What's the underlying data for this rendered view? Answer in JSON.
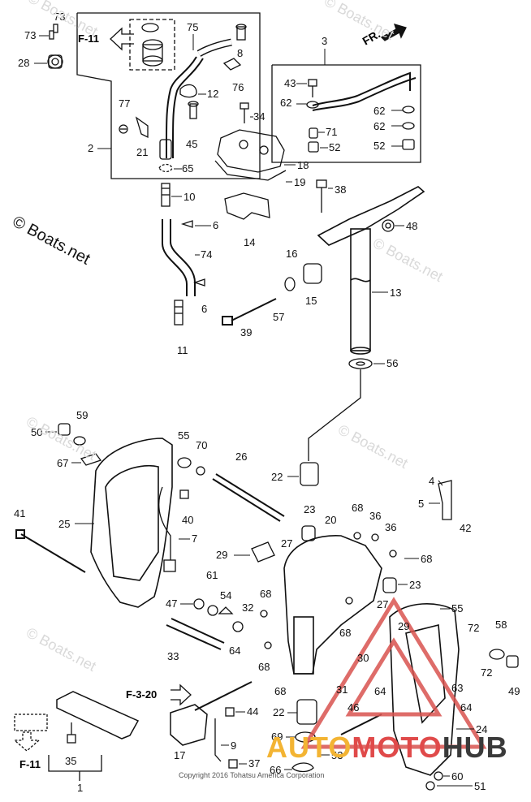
{
  "watermark": "© Boats.net",
  "copyright": "Copyright 2016 Tohatsu America Corporation",
  "brand": {
    "part1": "AUTO",
    "part2": "MOTO",
    "part3": "HUB"
  },
  "direction_label": "FR.",
  "refs": {
    "f11_top": "F-11",
    "f320": "F-3-20",
    "f11_bottom": "F-11"
  },
  "callouts": [
    {
      "id": "c73a",
      "text": "73"
    },
    {
      "id": "c73b",
      "text": "73"
    },
    {
      "id": "c28",
      "text": "28"
    },
    {
      "id": "c75",
      "text": "75"
    },
    {
      "id": "c8",
      "text": "8"
    },
    {
      "id": "c76",
      "text": "76"
    },
    {
      "id": "c12",
      "text": "12"
    },
    {
      "id": "c77",
      "text": "77"
    },
    {
      "id": "c21",
      "text": "21"
    },
    {
      "id": "c45",
      "text": "45"
    },
    {
      "id": "c2",
      "text": "2"
    },
    {
      "id": "c65",
      "text": "65"
    },
    {
      "id": "c3",
      "text": "3"
    },
    {
      "id": "c43",
      "text": "43"
    },
    {
      "id": "c62a",
      "text": "62"
    },
    {
      "id": "c62b",
      "text": "62"
    },
    {
      "id": "c62c",
      "text": "62"
    },
    {
      "id": "c71",
      "text": "71"
    },
    {
      "id": "c52a",
      "text": "52"
    },
    {
      "id": "c52b",
      "text": "52"
    },
    {
      "id": "c34",
      "text": "34"
    },
    {
      "id": "c18",
      "text": "18"
    },
    {
      "id": "c19",
      "text": "19"
    },
    {
      "id": "c38",
      "text": "38"
    },
    {
      "id": "c10",
      "text": "10"
    },
    {
      "id": "c6a",
      "text": "6"
    },
    {
      "id": "c14",
      "text": "14"
    },
    {
      "id": "c48",
      "text": "48"
    },
    {
      "id": "c74",
      "text": "74"
    },
    {
      "id": "c16",
      "text": "16"
    },
    {
      "id": "c15",
      "text": "15"
    },
    {
      "id": "c13",
      "text": "13"
    },
    {
      "id": "c6b",
      "text": "6"
    },
    {
      "id": "c57",
      "text": "57"
    },
    {
      "id": "c39",
      "text": "39"
    },
    {
      "id": "c11",
      "text": "11"
    },
    {
      "id": "c56",
      "text": "56"
    },
    {
      "id": "c59",
      "text": "59"
    },
    {
      "id": "c50",
      "text": "50"
    },
    {
      "id": "c67",
      "text": "67"
    },
    {
      "id": "c55a",
      "text": "55"
    },
    {
      "id": "c70",
      "text": "70"
    },
    {
      "id": "c26",
      "text": "26"
    },
    {
      "id": "c22a",
      "text": "22"
    },
    {
      "id": "c41",
      "text": "41"
    },
    {
      "id": "c25",
      "text": "25"
    },
    {
      "id": "c40",
      "text": "40"
    },
    {
      "id": "c7",
      "text": "7"
    },
    {
      "id": "c4",
      "text": "4"
    },
    {
      "id": "c5",
      "text": "5"
    },
    {
      "id": "c42",
      "text": "42"
    },
    {
      "id": "c23a",
      "text": "23"
    },
    {
      "id": "c20",
      "text": "20"
    },
    {
      "id": "c68a",
      "text": "68"
    },
    {
      "id": "c36a",
      "text": "36"
    },
    {
      "id": "c36b",
      "text": "36"
    },
    {
      "id": "c27a",
      "text": "27"
    },
    {
      "id": "c29a",
      "text": "29"
    },
    {
      "id": "c68b",
      "text": "68"
    },
    {
      "id": "c23b",
      "text": "23"
    },
    {
      "id": "c61",
      "text": "61"
    },
    {
      "id": "c54",
      "text": "54"
    },
    {
      "id": "c68c",
      "text": "68"
    },
    {
      "id": "c47",
      "text": "47"
    },
    {
      "id": "c32",
      "text": "32"
    },
    {
      "id": "c27b",
      "text": "27"
    },
    {
      "id": "c55b",
      "text": "55"
    },
    {
      "id": "c29b",
      "text": "29"
    },
    {
      "id": "c33",
      "text": "33"
    },
    {
      "id": "c64a",
      "text": "64"
    },
    {
      "id": "c68d",
      "text": "68"
    },
    {
      "id": "c68e",
      "text": "68"
    },
    {
      "id": "c30",
      "text": "30"
    },
    {
      "id": "c72a",
      "text": "72"
    },
    {
      "id": "c58",
      "text": "58"
    },
    {
      "id": "c72b",
      "text": "72"
    },
    {
      "id": "c68f",
      "text": "68"
    },
    {
      "id": "c31",
      "text": "31"
    },
    {
      "id": "c64b",
      "text": "64"
    },
    {
      "id": "c63",
      "text": "63"
    },
    {
      "id": "c64c",
      "text": "64"
    },
    {
      "id": "c49",
      "text": "49"
    },
    {
      "id": "c44",
      "text": "44"
    },
    {
      "id": "c22b",
      "text": "22"
    },
    {
      "id": "c46",
      "text": "46"
    },
    {
      "id": "c24",
      "text": "24"
    },
    {
      "id": "c69",
      "text": "69"
    },
    {
      "id": "c53",
      "text": "53"
    },
    {
      "id": "c17",
      "text": "17"
    },
    {
      "id": "c9",
      "text": "9"
    },
    {
      "id": "c35",
      "text": "35"
    },
    {
      "id": "c37",
      "text": "37"
    },
    {
      "id": "c66",
      "text": "66"
    },
    {
      "id": "c60",
      "text": "60"
    },
    {
      "id": "c51",
      "text": "51"
    },
    {
      "id": "c1",
      "text": "1"
    }
  ]
}
